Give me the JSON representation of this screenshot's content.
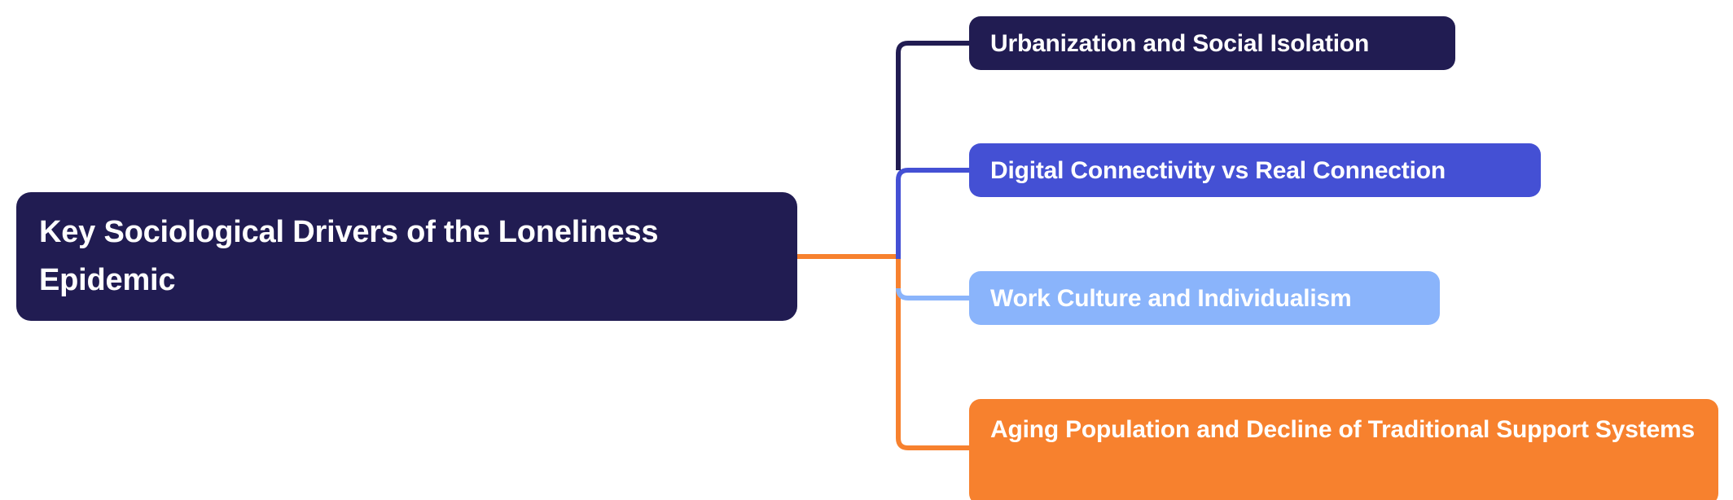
{
  "diagram": {
    "type": "mind-map",
    "orientation": "left-to-right",
    "background_color": "#ffffff",
    "root": {
      "text": "Key Sociological Drivers of the Loneliness Epidemic",
      "fill_color": "#211c52",
      "text_color": "#ffffff"
    },
    "trunk_color": "#f7812e",
    "branches": [
      {
        "text": "Urbanization and Social Isolation",
        "fill_color": "#211c52",
        "text_color": "#ffffff",
        "connector_color": "#211c52"
      },
      {
        "text": "Digital Connectivity vs Real Connection",
        "fill_color": "#4450d4",
        "text_color": "#ffffff",
        "connector_color": "#4450d4"
      },
      {
        "text": "Work Culture and Individualism",
        "fill_color": "#8ab4fb",
        "text_color": "#ffffff",
        "connector_color": "#8ab4fb"
      },
      {
        "text": "Aging Population and Decline of Traditional Support Systems",
        "fill_color": "#f7812e",
        "text_color": "#ffffff",
        "connector_color": "#f7812e"
      }
    ]
  }
}
